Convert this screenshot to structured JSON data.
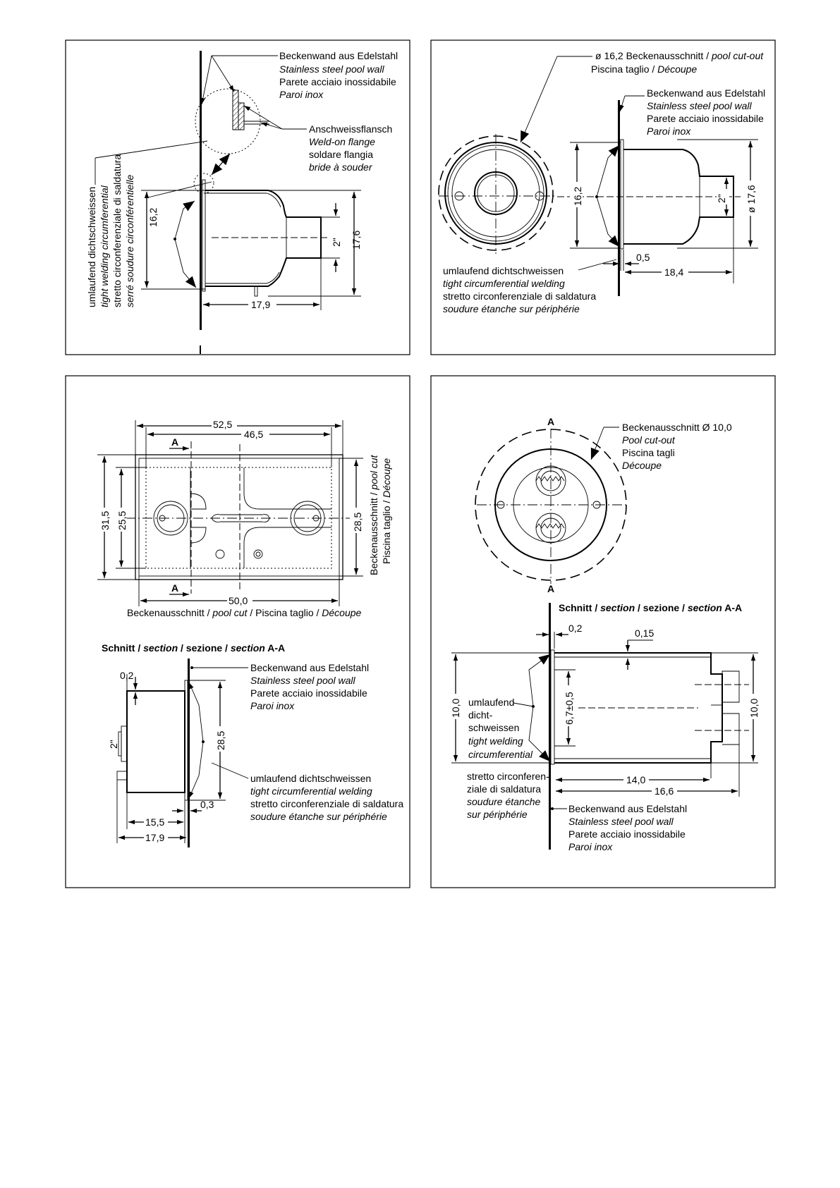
{
  "panel1": {
    "wall": [
      "Beckenwand aus Edelstahl",
      "Stainless steel pool wall",
      "Parete acciaio inossidabile",
      "Paroi inox"
    ],
    "flange": [
      "Anschweissflansch",
      "Weld-on flange",
      "soldare flangia",
      "bride à souder"
    ],
    "weld": [
      "umlaufend dichtschweissen",
      "tight welding circumferential",
      "stretto circonferenziale di saldatura",
      "serré soudure circonférentielle"
    ],
    "dim_height": "16,2",
    "dim_outer": "17,6",
    "dim_pipe": "2\"",
    "dim_depth": "17,9"
  },
  "panel2": {
    "cutout": [
      "ø 16,2 Beckenausschnitt / ",
      "pool cut-out",
      "Piscina taglio / ",
      "Découpe"
    ],
    "wall": [
      "Beckenwand aus Edelstahl",
      "Stainless steel pool wall",
      "Parete acciaio inossidabile",
      "Paroi inox"
    ],
    "weld": [
      "umlaufend dichtschweissen",
      "tight circumferential welding",
      "stretto circonferenziale di saldatura",
      "soudure étanche sur périphérie"
    ],
    "dim_height": "16,2",
    "dim_outer": "ø 17,6",
    "dim_pipe": "2\"",
    "dim_flange": "0,5",
    "dim_depth": "18,4"
  },
  "panel3": {
    "dim_total_w": "52,5",
    "dim_inner_w": "46,5",
    "dim_total_h": "31,5",
    "dim_inner_h": "25,5",
    "dim_cut_h": "28,5",
    "dim_cut_w": "50,0",
    "section_mark": "A",
    "cut_label": [
      "Beckenausschnitt / ",
      "pool cut",
      " / Piscina taglio / ",
      "Découpe"
    ],
    "cut_side": [
      "Beckenausschnitt / ",
      "pool cut",
      "Piscina taglio / ",
      "Découpe"
    ],
    "section_title": [
      "Schnitt / ",
      "section",
      " / sezione / ",
      "section",
      " A-A"
    ],
    "wall": [
      "Beckenwand aus Edelstahl",
      "Stainless steel pool wall",
      "Parete acciaio inossidabile",
      "Paroi inox"
    ],
    "weld": [
      "umlaufend dichtschweissen",
      "tight circumferential welding",
      "stretto circonferenziale di saldatura",
      "soudure étanche sur périphérie"
    ],
    "dim_02": "0,2",
    "dim_pipe": "2\"",
    "dim_285": "28,5",
    "dim_03": "0,3",
    "dim_155": "15,5",
    "dim_179": "17,9"
  },
  "panel4": {
    "section_mark": "A",
    "cutout": [
      "Beckenausschnitt Ø 10,0",
      "Pool cut-out",
      "Piscina tagli",
      "Découpe"
    ],
    "section_title": [
      "Schnitt / ",
      "section",
      " / sezione / ",
      "section",
      "  A-A"
    ],
    "dim_02": "0,2",
    "dim_015": "0,15",
    "dim_height_l": "10,0",
    "dim_height_r": "10,0",
    "dim_inner": "6,7±0,5",
    "weld": [
      "umlaufend",
      "dicht-",
      "schweissen",
      "tight welding",
      "circumferential"
    ],
    "weld2": [
      "stretto circonferen-",
      "ziale di saldatura",
      "soudure étanche",
      "sur périphérie"
    ],
    "dim_140": "14,0",
    "dim_166": "16,6",
    "wall": [
      "Beckenwand aus Edelstahl",
      "Stainless steel pool wall",
      "Parete acciaio inossidabile",
      "Paroi inox"
    ]
  }
}
